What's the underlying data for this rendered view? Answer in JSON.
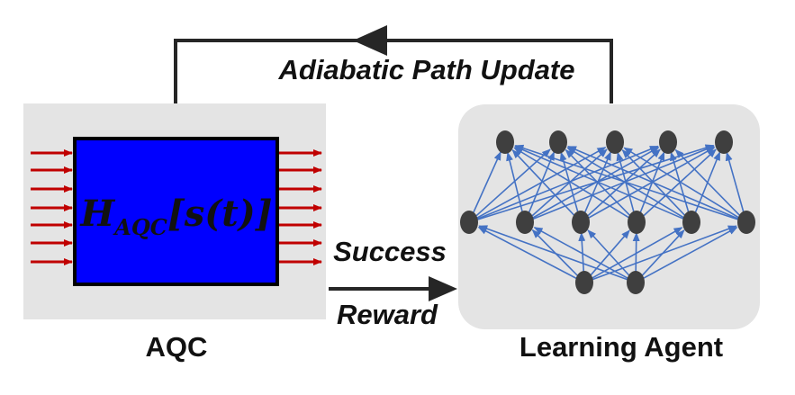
{
  "feedback_label": "Adiabatic Path Update",
  "aqc": {
    "label": "AQC",
    "hamiltonian_main": "H",
    "hamiltonian_sub": "AQC",
    "hamiltonian_arg": "[s(t)]"
  },
  "signal": {
    "top_label": "Success",
    "bottom_label": "Reward"
  },
  "agent": {
    "label": "Learning Agent"
  },
  "colors": {
    "aqc_bg": "#e4e4e4",
    "aqc_box": "#0000ff",
    "input_arrows": "#c00000",
    "agent_bg": "#e4e4e4",
    "node": "#3f3f3f",
    "edges": "#4472c4",
    "lines": "#262626"
  },
  "network": {
    "layers": [
      5,
      6,
      2
    ]
  }
}
